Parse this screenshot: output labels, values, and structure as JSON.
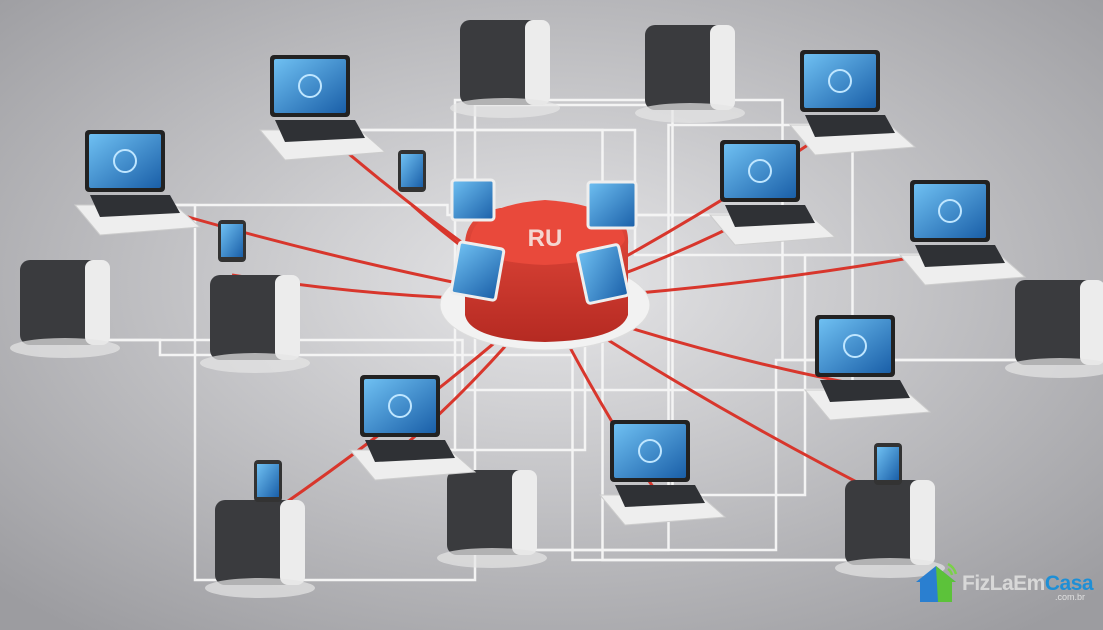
{
  "scene": {
    "description_colors": {
      "background": "#cfcfd1",
      "cable": "#d8362c",
      "screen": "#2d8fd8",
      "hub": "#d8362c"
    },
    "hub_label": "RU"
  },
  "watermark": {
    "brand_main": "FizLaEm",
    "brand_accent": "Casa",
    "domain": ".com.br"
  }
}
